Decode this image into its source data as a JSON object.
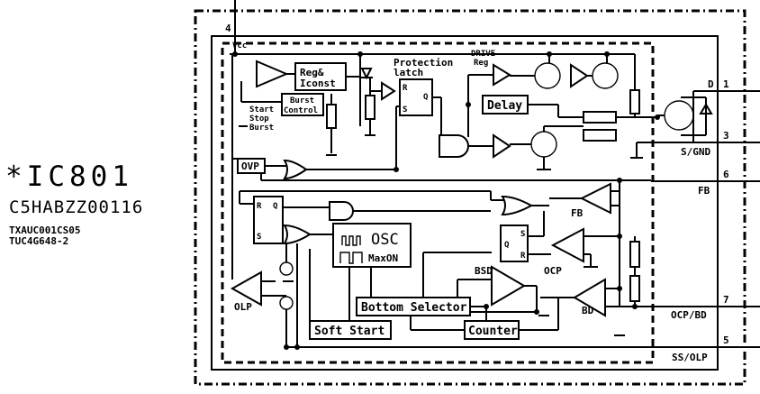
{
  "ic": {
    "name": "*IC801",
    "part_number": "C5HABZZ00116",
    "alt_part_1": "TXAUC001CS05",
    "alt_part_2": "TUC4G648-2"
  },
  "pins": [
    {
      "number": "4",
      "label": "Vcc"
    },
    {
      "number": "1",
      "label": "D"
    },
    {
      "number": "3",
      "label": "S/GND"
    },
    {
      "number": "6",
      "label": "FB"
    },
    {
      "number": "7",
      "label": "OCP/BD"
    },
    {
      "number": "5",
      "label": "SS/OLP"
    }
  ],
  "blocks": {
    "reg": [
      "Reg&",
      "Iconst"
    ],
    "burst": [
      "Burst",
      "Control"
    ],
    "start_stop": [
      "Start",
      "Stop",
      "Burst"
    ],
    "protection": [
      "Protection",
      "latch"
    ],
    "drive": [
      "DRIVE",
      "Reg"
    ],
    "delay": "Delay",
    "ovp": "OVP",
    "osc": "OSC",
    "maxon": "MaxON",
    "bottom_selector": "Bottom Selector",
    "soft_start": "Soft Start",
    "counter": "Counter",
    "fb": "FB",
    "ocp": "OCP",
    "bsd": "BSD",
    "bd": "BD",
    "olp": "OLP",
    "latch_r": "R",
    "latch_s": "S",
    "latch_q": "Q"
  }
}
